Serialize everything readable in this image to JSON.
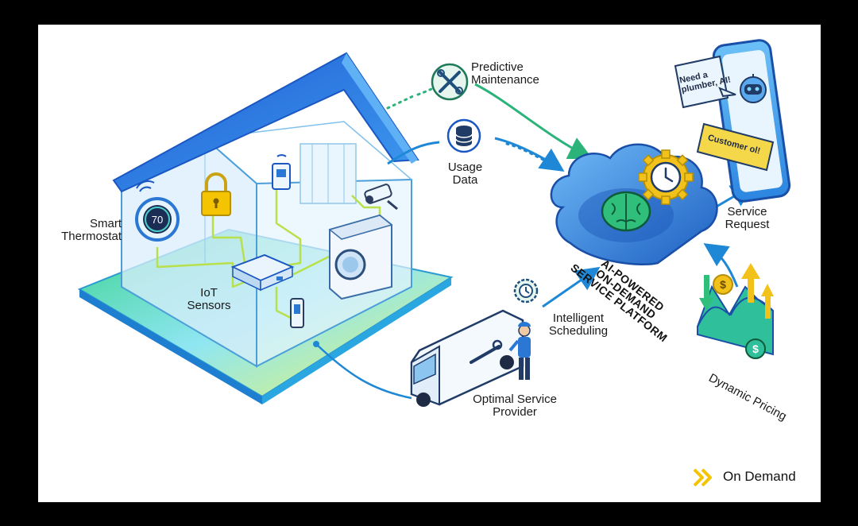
{
  "labels": {
    "smart_thermostat": "Smart\nThermostat",
    "iot_sensors": "IoT\nSensors",
    "predictive_maintenance": "Predictive\nMaintenance",
    "usage_data": "Usage\nData",
    "service_request": "Service\nRequest",
    "intelligent_scheduling": "Intelligent\nScheduling",
    "optimal_service_provider": "Optimal Service\nProvider",
    "dynamic_pricing": "Dynamic Pricing"
  },
  "platform": {
    "title": "AI-POWERED\nON-DEMAND\nSERVICE PLATFORM"
  },
  "thermostat": {
    "reading": "70"
  },
  "phone": {
    "bubble_user": "Need a\nplumber, AI!",
    "bubble_reply": "Customer ol!"
  },
  "brand": {
    "name": "On Demand",
    "accent": "#f5c400"
  },
  "colors": {
    "roof": "#2f7fe6",
    "house_glass": "#d9eefb",
    "floor": "#6fe0c8",
    "flow_line": "#1e88d6",
    "flow_green": "#2fbf7a",
    "cloud": "#2a78d4",
    "gear": "#f2c21a",
    "phone": "#4aa3f0"
  }
}
